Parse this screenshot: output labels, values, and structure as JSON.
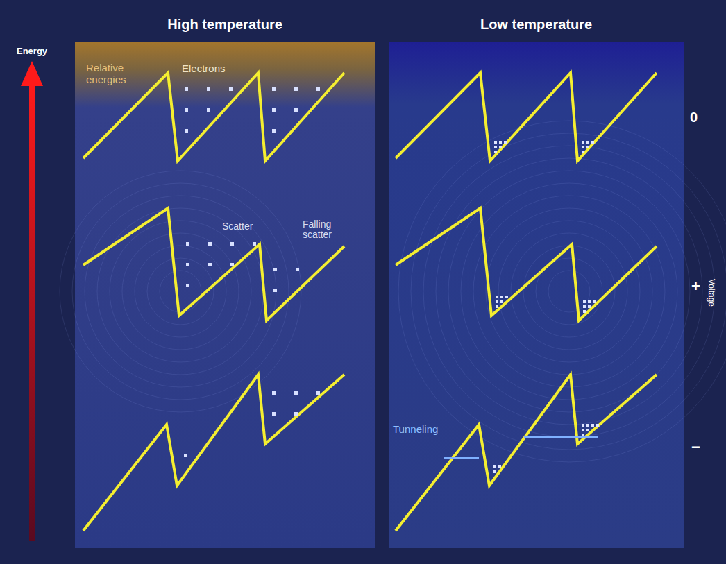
{
  "diagram": {
    "nodes": [
      {
        "text": [
          "High temperature"
        ]
      },
      {
        "text": [
          "Low temperature"
        ]
      }
    ],
    "labels": [
      "Energy",
      "Relative energies",
      "Electrons",
      "Scatter",
      "Falling scatter",
      "Tunneling",
      "0",
      "+",
      "−",
      "Voltage"
    ]
  }
}
